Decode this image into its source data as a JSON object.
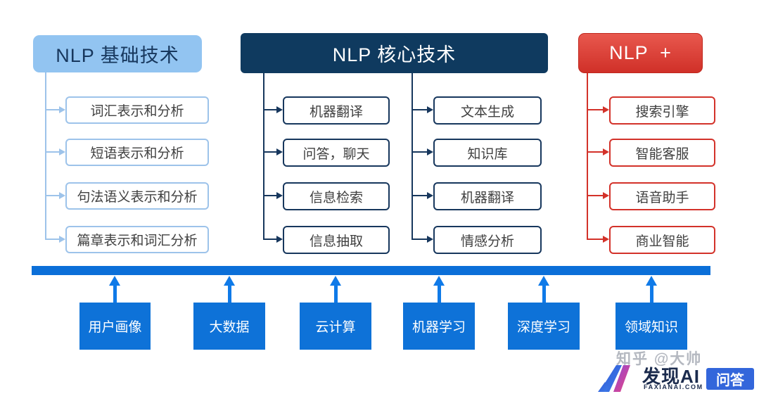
{
  "sections": {
    "basic": {
      "header": "NLP 基础技术",
      "items": [
        "词汇表示和分析",
        "短语表示和分析",
        "句法语义表示和分析",
        "篇章表示和词汇分析"
      ],
      "header_bg": "#92C4F1",
      "accent": "#9DC3EA",
      "header_text_color": "#17375D"
    },
    "core": {
      "header": "NLP 核心技术",
      "left_items": [
        "机器翻译",
        "问答，聊天",
        "信息检索",
        "信息抽取"
      ],
      "right_items": [
        "文本生成",
        "知识库",
        "机器翻译",
        "情感分析"
      ],
      "header_bg": "#0F3A5F",
      "accent": "#17375D",
      "header_text_color": "#FFFFFF"
    },
    "plus": {
      "header": "NLP  +",
      "items": [
        "搜索引擎",
        "智能客服",
        "语音助手",
        "商业智能"
      ],
      "header_bg": "#DD3A2F",
      "accent": "#D3322A",
      "header_text_color": "#FFFFFF"
    }
  },
  "foundation": {
    "items": [
      "用户画像",
      "大数据",
      "云计算",
      "机器学习",
      "深度学习",
      "领域知识"
    ],
    "bar_color": "#0B6FD8",
    "box_color": "#0E72D8"
  },
  "watermark": "知乎 @大帅",
  "footer_logo": {
    "monogram": "AI",
    "brand": "发现AI",
    "domain": "FAXIANAI.COM",
    "badge": "问答",
    "badge_color": "#3366DB",
    "brand_color": "#1B2B4D"
  }
}
